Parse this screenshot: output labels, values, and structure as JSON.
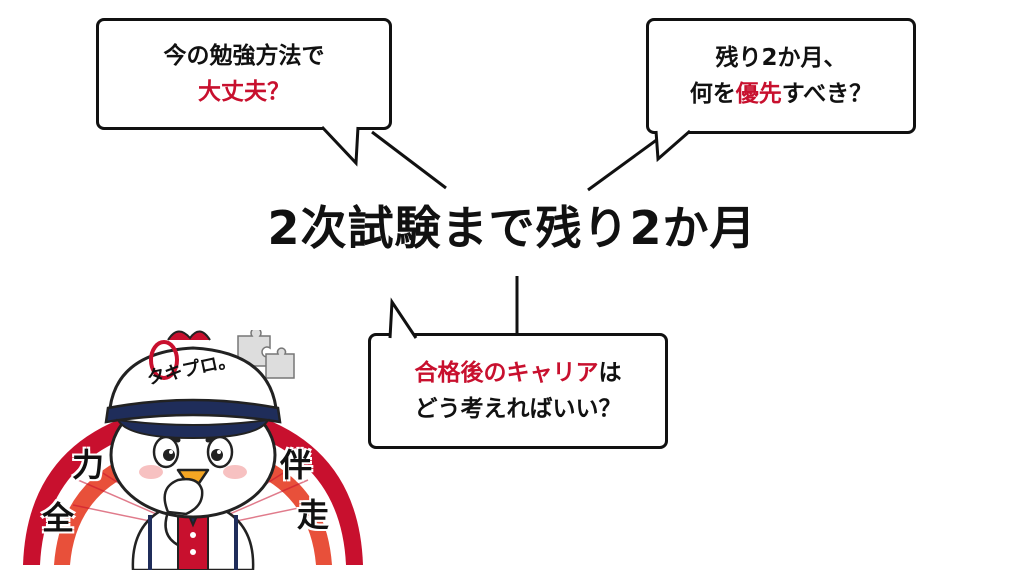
{
  "title": "2次試験まで残り2か月",
  "bubbles": {
    "top_left": {
      "line1": "今の勉強方法で",
      "line2": "大丈夫？"
    },
    "top_right": {
      "line1": "残り2か月、",
      "line2_pre": "何を",
      "line2_hl": "優先",
      "line2_post": "すべき？"
    },
    "bottom": {
      "line1_hl": "合格後のキャリア",
      "line1_post": "は",
      "line2": "どう考えればいい？"
    }
  },
  "mascot": {
    "cap_text": "タキプロ。",
    "side_chars": [
      "全",
      "力",
      "伴",
      "走"
    ]
  },
  "colors": {
    "accent": "#c8102e",
    "text": "#111111",
    "fan": "#c8102e"
  }
}
